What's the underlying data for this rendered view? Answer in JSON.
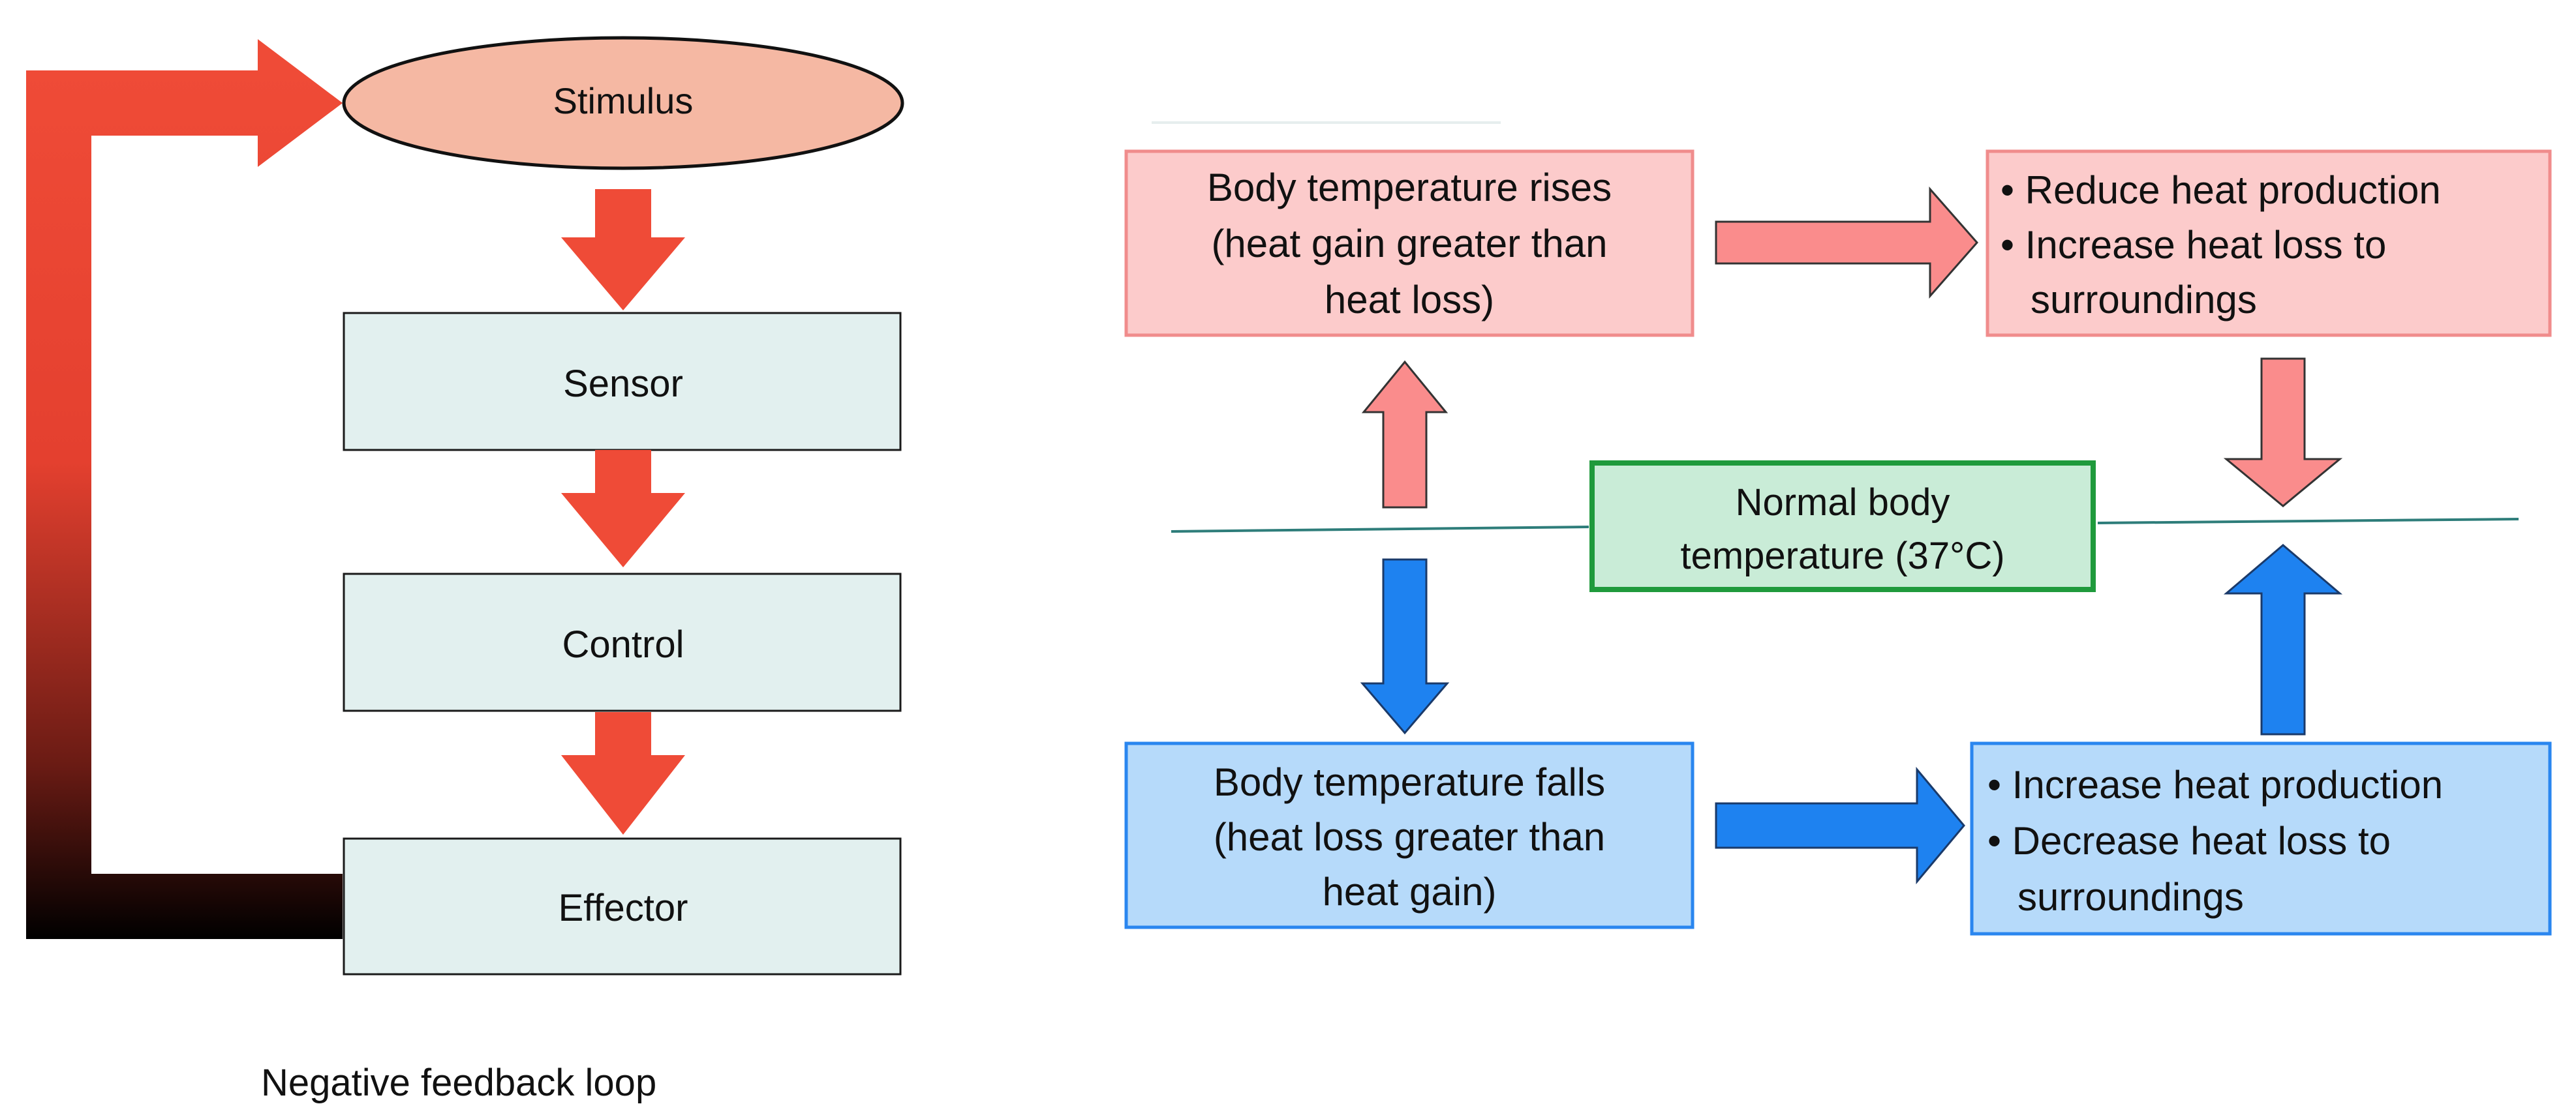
{
  "feedback_loop": {
    "stimulus": "Stimulus",
    "sensor": "Sensor",
    "control": "Control",
    "effector": "Effector",
    "caption": "Negative feedback loop"
  },
  "thermoregulation": {
    "rises_box": {
      "lines": [
        "Body temperature rises",
        "(heat gain greater than",
        "heat loss)"
      ]
    },
    "cooling_response": {
      "items": [
        "• Reduce heat production",
        "• Increase heat loss to",
        "surroundings"
      ]
    },
    "normal": {
      "lines": [
        "Normal body",
        "temperature (37°C)"
      ]
    },
    "falls_box": {
      "lines": [
        "Body temperature falls",
        "(heat loss greater than",
        "heat gain)"
      ]
    },
    "warming_response": {
      "items": [
        "• Increase heat production",
        "• Decrease heat loss to",
        "surroundings"
      ]
    }
  },
  "colors": {
    "loop_arrow_top": "#ef4b37",
    "loop_arrow_bottom": "#000000",
    "stimulus_fill": "#f5b8a3",
    "block_fill": "#e2f0ef",
    "pink_fill": "#fccbcb",
    "pink_border": "#f08c8c",
    "pink_arrow": "#fa8c8c",
    "blue_fill": "#b6dafa",
    "blue_border": "#2a86ef",
    "blue_arrow": "#1e82f0",
    "green_fill": "#c9ecd7",
    "green_border": "#1f9a3c",
    "setpoint_line": "#2e7d7a"
  }
}
